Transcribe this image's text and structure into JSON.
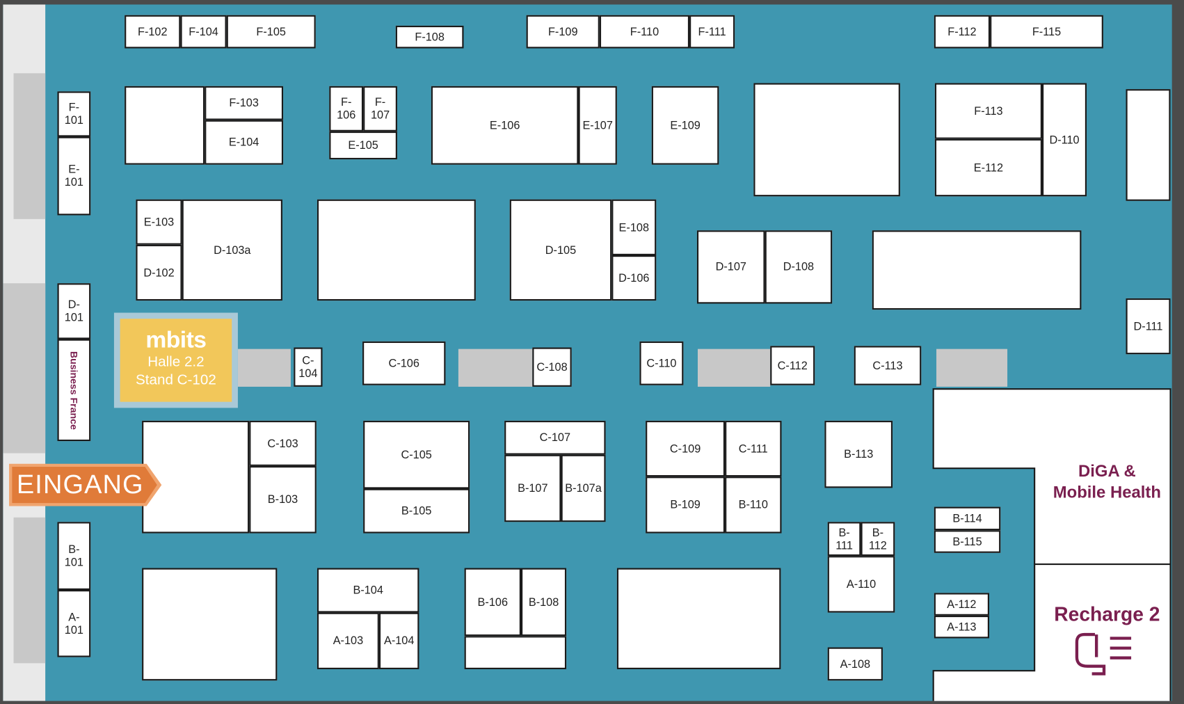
{
  "booths": [
    "F-102",
    "F-104",
    "F-105",
    "F-108",
    "F-109",
    "F-110",
    "F-111",
    "F-112",
    "F-115",
    "F-\n101",
    "E-\n101",
    "F-103",
    "E-104",
    "F-\n106",
    "F-\n107",
    "E-105",
    "E-106",
    "E-107",
    "E-109",
    "F-113",
    "E-112",
    "D-110",
    "E-103",
    "D-102",
    "D-103a",
    "D-105",
    "E-108",
    "D-106",
    "D-107",
    "D-108",
    "D-111",
    "D-\n101",
    "C-\n104",
    "C-106",
    "C-108",
    "C-110",
    "C-112",
    "C-113",
    "C-103",
    "B-103",
    "C-105",
    "B-105",
    "C-107",
    "B-107",
    "B-107a",
    "C-109",
    "C-111",
    "B-109",
    "B-110",
    "B-113",
    "B-114",
    "B-115",
    "B-\n111",
    "B-\n112",
    "A-110",
    "A-112",
    "A-113",
    "A-108",
    "B-\n101",
    "A-\n101",
    "B-104",
    "A-103",
    "A-104",
    "B-106",
    "B-108"
  ],
  "business_france": "Business France",
  "highlight": {
    "brand": "mbits",
    "hall": "Halle 2.2",
    "stand": "Stand C-102"
  },
  "entrance": "EINGANG",
  "zones": {
    "diga": "DiGA &\nMobile Health",
    "recharge": "Recharge 2"
  },
  "colors": {
    "floor": "#3f97b0",
    "highlight": "#f2c75a",
    "entrance": "#e07b39",
    "zone_text": "#7a1f4f"
  }
}
